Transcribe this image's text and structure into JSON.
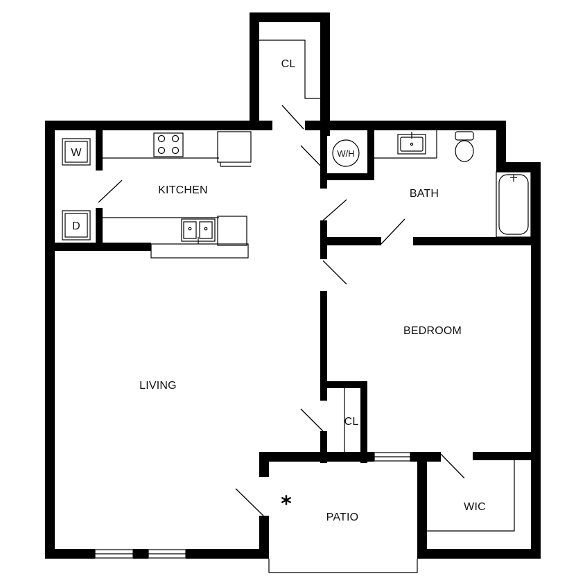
{
  "plan": {
    "rooms": {
      "closet_top": "CL",
      "water_heater": "W/H",
      "kitchen": "KITCHEN",
      "bath": "BATH",
      "bedroom": "BEDROOM",
      "living": "LIVING",
      "closet_bedroom": "CL",
      "patio": "PATIO",
      "walk_in_closet": "WIC"
    },
    "appliances": {
      "washer": "W",
      "dryer": "D"
    },
    "marker": "*"
  }
}
